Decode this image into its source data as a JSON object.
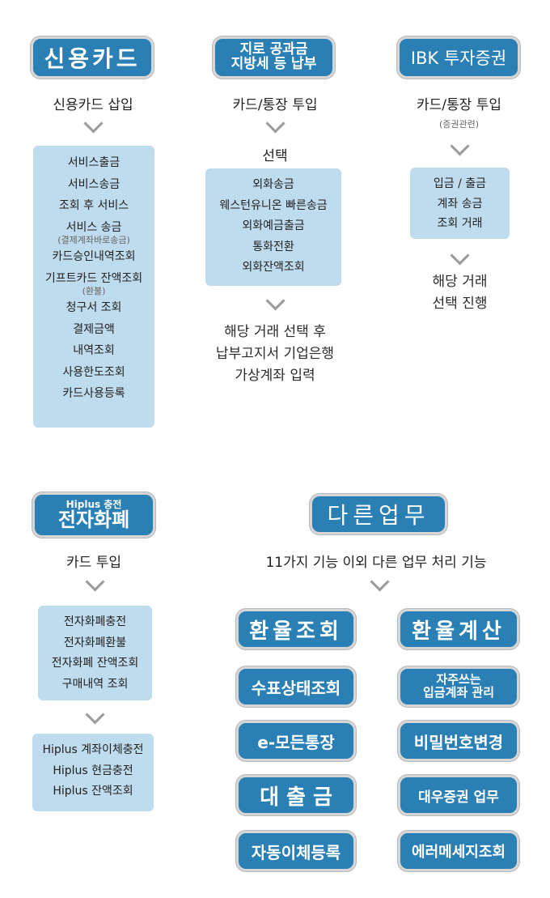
{
  "credit_card": {
    "title": "신용카드",
    "step1": "신용카드 삽입",
    "items": [
      {
        "label": "서비스출금"
      },
      {
        "label": "서비스송금"
      },
      {
        "label": "조회 후 서비스"
      },
      {
        "label": "서비스 송금",
        "note": "(결제계좌바로송금)"
      },
      {
        "label": "카드승인내역조회"
      },
      {
        "label": "기프트카드 잔액조회",
        "note": "(환불)"
      },
      {
        "label": "청구서 조회"
      },
      {
        "label": "결제금액"
      },
      {
        "label": "내역조회"
      },
      {
        "label": "사용한도조회"
      },
      {
        "label": "카드사용등록"
      }
    ]
  },
  "giro": {
    "title_line1": "지로 공과금",
    "title_line2": "지방세 등 납부",
    "step1": "카드/통장 투입",
    "step2": "선택",
    "items": [
      "외화송금",
      "웨스턴유니온 빠른송금",
      "외화예금출금",
      "통화전환",
      "외화잔액조회"
    ],
    "result_lines": [
      "해당 거래 선택 후",
      "납부고지서 기업은행",
      "가상계좌 입력"
    ]
  },
  "ibk": {
    "title": "IBK 투자증권",
    "step1": "카드/통장 투입",
    "step1_note": "(증권관련)",
    "items": [
      "입금 / 출금",
      "계좌 송금",
      "조회 거래"
    ],
    "result_lines": [
      "해당 거래",
      "선택 진행"
    ]
  },
  "hiplus": {
    "title_small": "Hiplus 충전",
    "title_big": "전자화폐",
    "step1": "카드 투입",
    "items1": [
      "전자화폐충전",
      "전자화폐환불",
      "전자화폐 잔액조회",
      "구매내역 조회"
    ],
    "items2": [
      "Hiplus 계좌이체충전",
      "Hiplus 현금충전",
      "Hiplus 잔액조회"
    ]
  },
  "other": {
    "title": "다른업무",
    "desc": "11가지 기능 이외 다른 업무 처리 기능",
    "buttons": {
      "exchange_rate_inquiry": "환율조회",
      "exchange_rate_calc": "환율계산",
      "check_status_inquiry": "수표상태조회",
      "frequent_account_line1": "자주쓰는",
      "frequent_account_line2": "입금계좌 관리",
      "e_passbook": "e-모든통장",
      "password_change": "비밀번호변경",
      "loan": "대 출 금",
      "partner_securities": "대우증권 업무",
      "auto_transfer": "자동이체등록",
      "error_message": "에러메세지조회"
    }
  },
  "colors": {
    "button_blue": "#2a7fb5",
    "box_blue": "#bfdbee",
    "chevron": "#9a9a9a"
  }
}
